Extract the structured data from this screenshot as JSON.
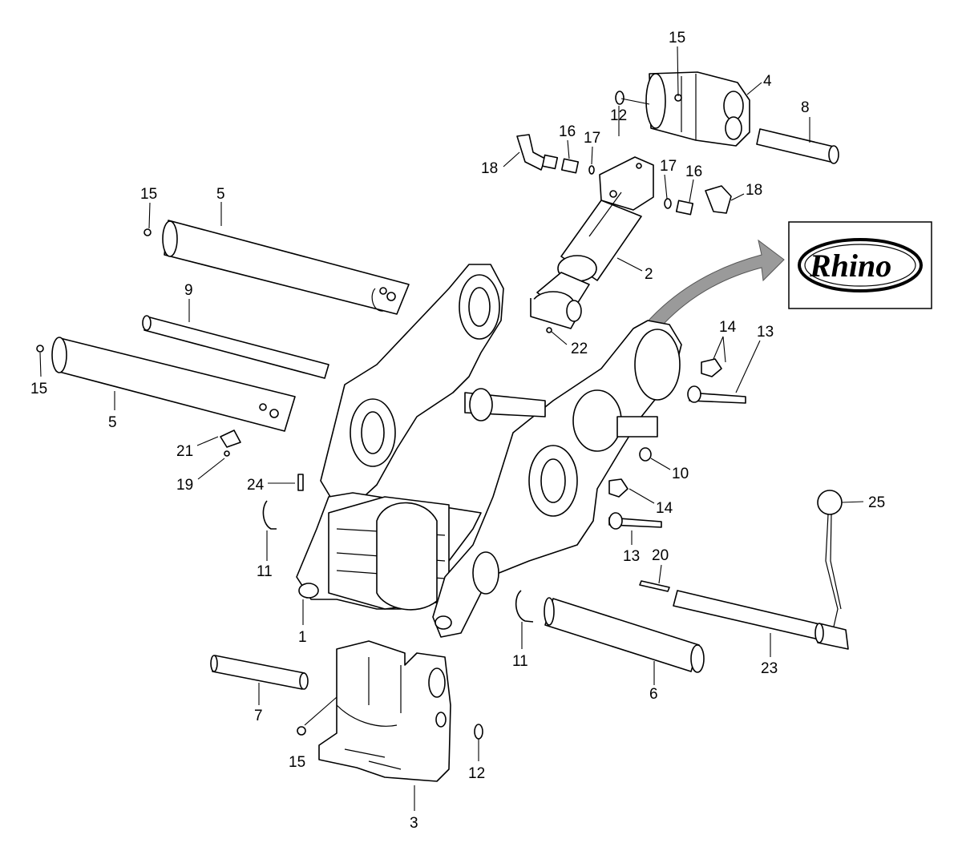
{
  "diagram": {
    "type": "exploded-parts-diagram",
    "brand_logo_text": "Rhino",
    "callouts": [
      {
        "id": "c15a",
        "label": "15"
      },
      {
        "id": "c4",
        "label": "4"
      },
      {
        "id": "c12a",
        "label": "12"
      },
      {
        "id": "c8",
        "label": "8"
      },
      {
        "id": "c16a",
        "label": "16"
      },
      {
        "id": "c17a",
        "label": "17"
      },
      {
        "id": "c18a",
        "label": "18"
      },
      {
        "id": "c17b",
        "label": "17"
      },
      {
        "id": "c16b",
        "label": "16"
      },
      {
        "id": "c18b",
        "label": "18"
      },
      {
        "id": "c15b",
        "label": "15"
      },
      {
        "id": "c5a",
        "label": "5"
      },
      {
        "id": "c2",
        "label": "2"
      },
      {
        "id": "c9",
        "label": "9"
      },
      {
        "id": "c22",
        "label": "22"
      },
      {
        "id": "c14a",
        "label": "14"
      },
      {
        "id": "c13a",
        "label": "13"
      },
      {
        "id": "c15c",
        "label": "15"
      },
      {
        "id": "c5b",
        "label": "5"
      },
      {
        "id": "c21",
        "label": "21"
      },
      {
        "id": "c10",
        "label": "10"
      },
      {
        "id": "c19",
        "label": "19"
      },
      {
        "id": "c24",
        "label": "24"
      },
      {
        "id": "c14b",
        "label": "14"
      },
      {
        "id": "c25",
        "label": "25"
      },
      {
        "id": "c11a",
        "label": "11"
      },
      {
        "id": "c13b",
        "label": "13"
      },
      {
        "id": "c20",
        "label": "20"
      },
      {
        "id": "c1",
        "label": "1"
      },
      {
        "id": "c11b",
        "label": "11"
      },
      {
        "id": "c23",
        "label": "23"
      },
      {
        "id": "c6",
        "label": "6"
      },
      {
        "id": "c7",
        "label": "7"
      },
      {
        "id": "c15d",
        "label": "15"
      },
      {
        "id": "c12b",
        "label": "12"
      },
      {
        "id": "c3",
        "label": "3"
      }
    ]
  }
}
